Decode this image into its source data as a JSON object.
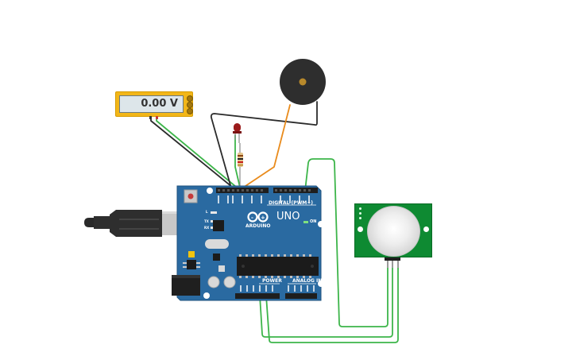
{
  "voltmeter": {
    "reading": "0.00 V"
  },
  "arduino": {
    "brand": "ARDUINO",
    "model": "UNO",
    "digital_label": "DIGITAL (PWM~)",
    "power_label": "POWER",
    "analog_label": "ANALOG IN",
    "on_label": "ON",
    "led_labels": [
      "L",
      "TX",
      "RX"
    ]
  },
  "colors": {
    "board": "#2a6aa1",
    "voltmeter": "#f2b618",
    "pir_board": "#0e8a32",
    "wire_green": "#3db54a",
    "wire_black": "#2b2b2b",
    "wire_orange": "#e98b1c",
    "led_red": "#9b1b1b"
  },
  "components": [
    "voltmeter",
    "piezo-buzzer",
    "red-led",
    "resistor",
    "arduino-uno",
    "usb-cable",
    "pir-sensor"
  ]
}
